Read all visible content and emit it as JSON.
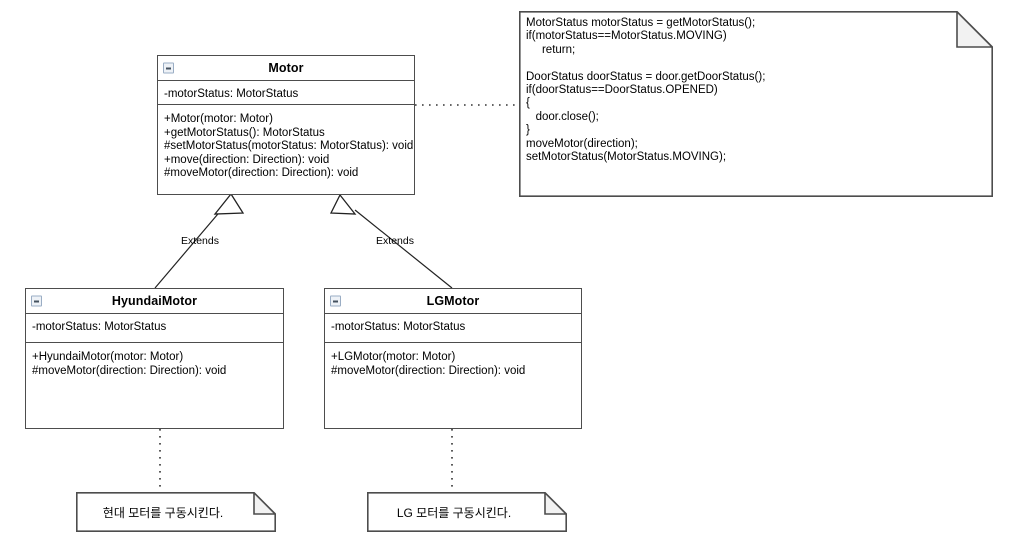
{
  "diagram": {
    "title": "Motor class hierarchy UML diagram",
    "type": "uml-class-diagram",
    "background": "#ffffff",
    "line_color": "#4d4d4d",
    "fold_fill": "#f2f2f2"
  },
  "classes": [
    {
      "id": "motor",
      "name": "Motor",
      "collapse_icon": "collapse-minus-icon",
      "attributes": [
        "-motorStatus: MotorStatus"
      ],
      "operations": [
        "+Motor(motor: Motor)",
        "+getMotorStatus(): MotorStatus",
        "#setMotorStatus(motorStatus: MotorStatus): void",
        "+move(direction: Direction): void",
        "#moveMotor(direction: Direction): void"
      ]
    },
    {
      "id": "hyundai",
      "name": "HyundaiMotor",
      "collapse_icon": "collapse-minus-icon",
      "attributes": [
        "-motorStatus: MotorStatus"
      ],
      "operations": [
        "+HyundaiMotor(motor: Motor)",
        "#moveMotor(direction: Direction): void"
      ]
    },
    {
      "id": "lg",
      "name": "LGMotor",
      "collapse_icon": "collapse-minus-icon",
      "attributes": [
        "-motorStatus: MotorStatus"
      ],
      "operations": [
        "+LGMotor(motor: Motor)",
        "#moveMotor(direction: Direction): void"
      ]
    }
  ],
  "notes": [
    {
      "id": "code-note",
      "text": "MotorStatus motorStatus = getMotorStatus();\nif(motorStatus==MotorStatus.MOVING)\n     return;\n\nDoorStatus doorStatus = door.getDoorStatus();\nif(doorStatus==DoorStatus.OPENED)\n{\n   door.close();\n}\nmoveMotor(direction);\nsetMotorStatus(MotorStatus.MOVING);"
    },
    {
      "id": "hyundai-note",
      "text": "현대 모터를 구동시킨다."
    },
    {
      "id": "lg-note",
      "text": "LG 모터를 구동시킨다."
    }
  ],
  "relationships": [
    {
      "id": "hyundai-extends",
      "label": "Extends",
      "kind": "generalization",
      "from": "HyundaiMotor",
      "to": "Motor"
    },
    {
      "id": "lg-extends",
      "label": "Extends",
      "kind": "generalization",
      "from": "LGMotor",
      "to": "Motor"
    },
    {
      "id": "motor-note-link",
      "label": "",
      "kind": "note-anchor",
      "from": "Motor",
      "to": "code-note"
    },
    {
      "id": "hyundai-note-link",
      "label": "",
      "kind": "note-anchor",
      "from": "HyundaiMotor",
      "to": "hyundai-note"
    },
    {
      "id": "lg-note-link",
      "label": "",
      "kind": "note-anchor",
      "from": "LGMotor",
      "to": "lg-note"
    }
  ]
}
